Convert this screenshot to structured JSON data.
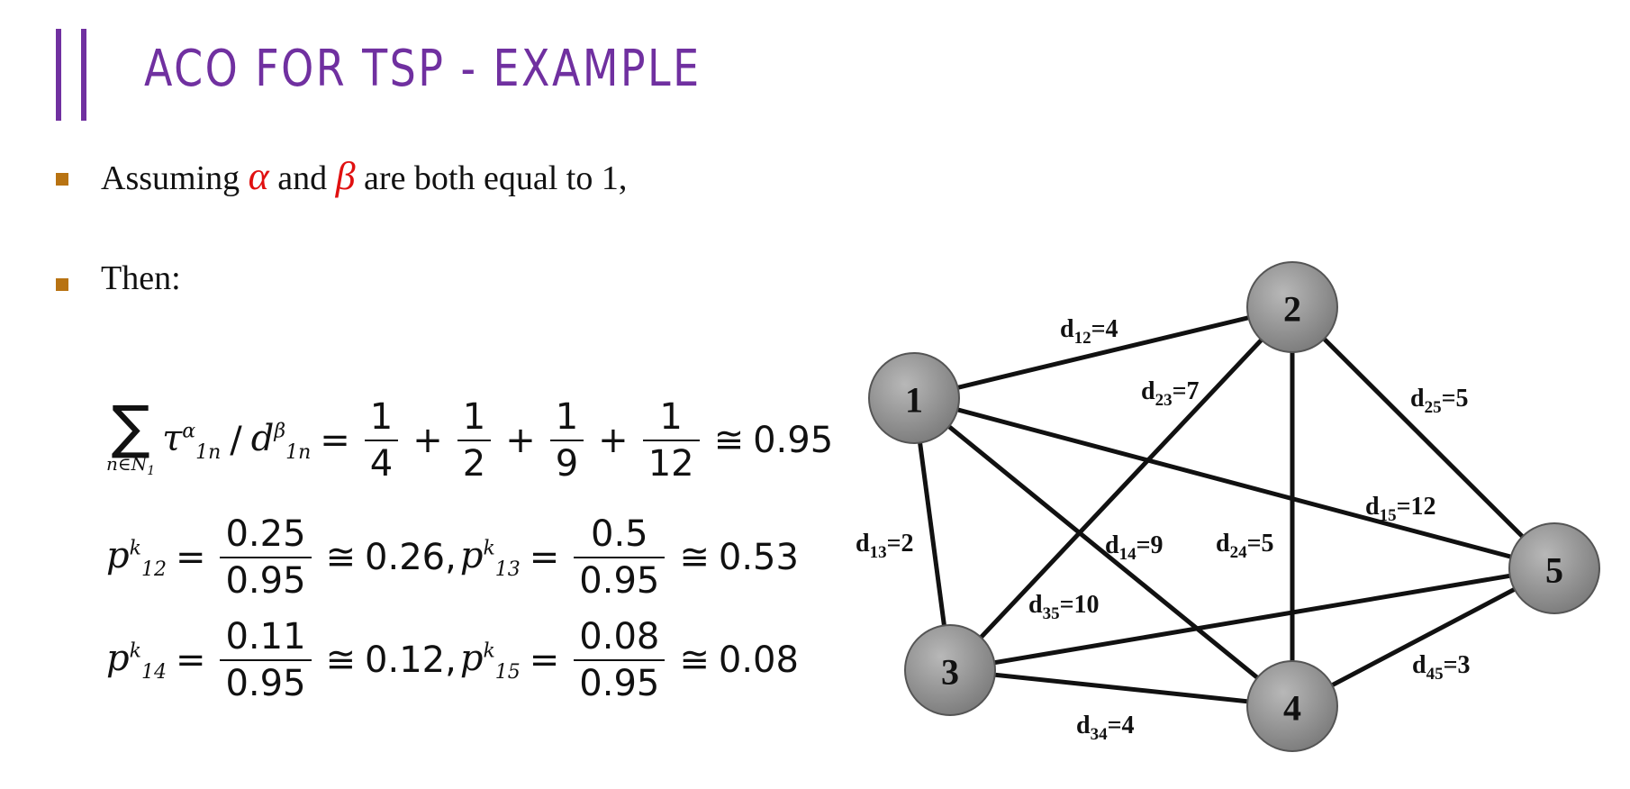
{
  "title": "ACO FOR TSP - EXAMPLE",
  "bullets": [
    {
      "prefix": "Assuming",
      "alpha": "α",
      "mid": "and",
      "beta": "β",
      "suffix": "are both equal to 1,"
    },
    {
      "text": "Then:"
    }
  ],
  "equations": {
    "eq1": {
      "sum_symbol": "∑",
      "sum_under": "n∈N",
      "sum_under_sub": "1",
      "tau": "τ",
      "tau_sup": "α",
      "tau_sub": "1n",
      "slash": "/",
      "d": "d",
      "d_sup": "β",
      "d_sub": "1n",
      "eq": "=",
      "fracs": [
        {
          "num": "1",
          "den": "4"
        },
        {
          "num": "1",
          "den": "2"
        },
        {
          "num": "1",
          "den": "9"
        },
        {
          "num": "1",
          "den": "12"
        }
      ],
      "plus": "+",
      "approx": "≅",
      "result": "0.95"
    },
    "eq2": {
      "p": "p",
      "k": "k",
      "sub_a": "12",
      "frac_a": {
        "num": "0.25",
        "den": "0.95"
      },
      "res_a": "0.26,",
      "sub_b": "13",
      "frac_b": {
        "num": "0.5",
        "den": "0.95"
      },
      "res_b": "0.53"
    },
    "eq3": {
      "p": "p",
      "k": "k",
      "sub_a": "14",
      "frac_a": {
        "num": "0.11",
        "den": "0.95"
      },
      "res_a": "0.12,",
      "sub_b": "15",
      "frac_b": {
        "num": "0.08",
        "den": "0.95"
      },
      "res_b": "0.08"
    },
    "eq_sign": "=",
    "approx": "≅"
  },
  "graph": {
    "nodes": [
      "1",
      "2",
      "3",
      "4",
      "5"
    ],
    "edges": [
      {
        "from": "1",
        "to": "2",
        "d": "d",
        "sub": "12",
        "val": "=4"
      },
      {
        "from": "1",
        "to": "3",
        "d": "d",
        "sub": "13",
        "val": "=2"
      },
      {
        "from": "1",
        "to": "4",
        "d": "d",
        "sub": "14",
        "val": "=9"
      },
      {
        "from": "1",
        "to": "5",
        "d": "d",
        "sub": "15",
        "val": "=12"
      },
      {
        "from": "2",
        "to": "3",
        "d": "d",
        "sub": "23",
        "val": "=7"
      },
      {
        "from": "2",
        "to": "4",
        "d": "d",
        "sub": "24",
        "val": "=5"
      },
      {
        "from": "2",
        "to": "5",
        "d": "d",
        "sub": "25",
        "val": "=5"
      },
      {
        "from": "3",
        "to": "4",
        "d": "d",
        "sub": "34",
        "val": "=4"
      },
      {
        "from": "3",
        "to": "5",
        "d": "d",
        "sub": "35",
        "val": "=10"
      },
      {
        "from": "4",
        "to": "5",
        "d": "d",
        "sub": "45",
        "val": "=3"
      }
    ]
  }
}
